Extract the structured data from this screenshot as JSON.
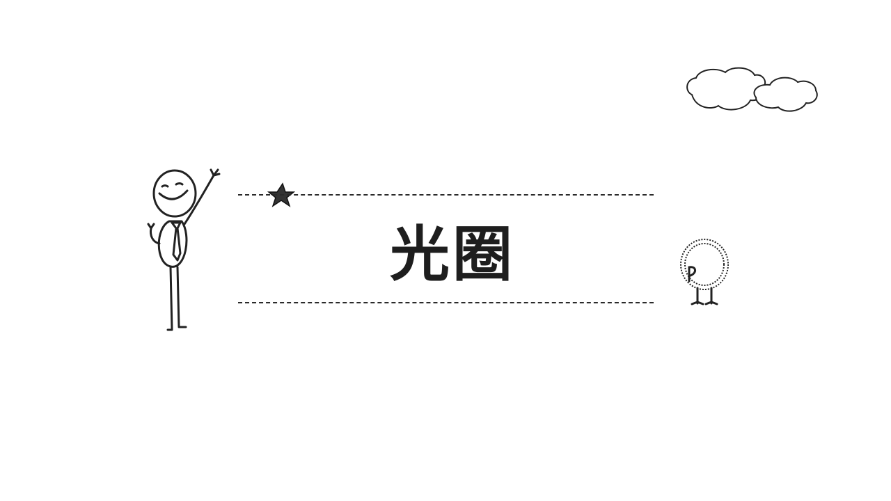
{
  "slide": {
    "title": "光圈"
  },
  "decor": {
    "stickman": "stick-figure-waving",
    "star": "star-icon",
    "clouds": "cloud-icon",
    "creature": "fluffy-creature"
  },
  "colors": {
    "background": "#ffffff",
    "ink": "#222222"
  }
}
